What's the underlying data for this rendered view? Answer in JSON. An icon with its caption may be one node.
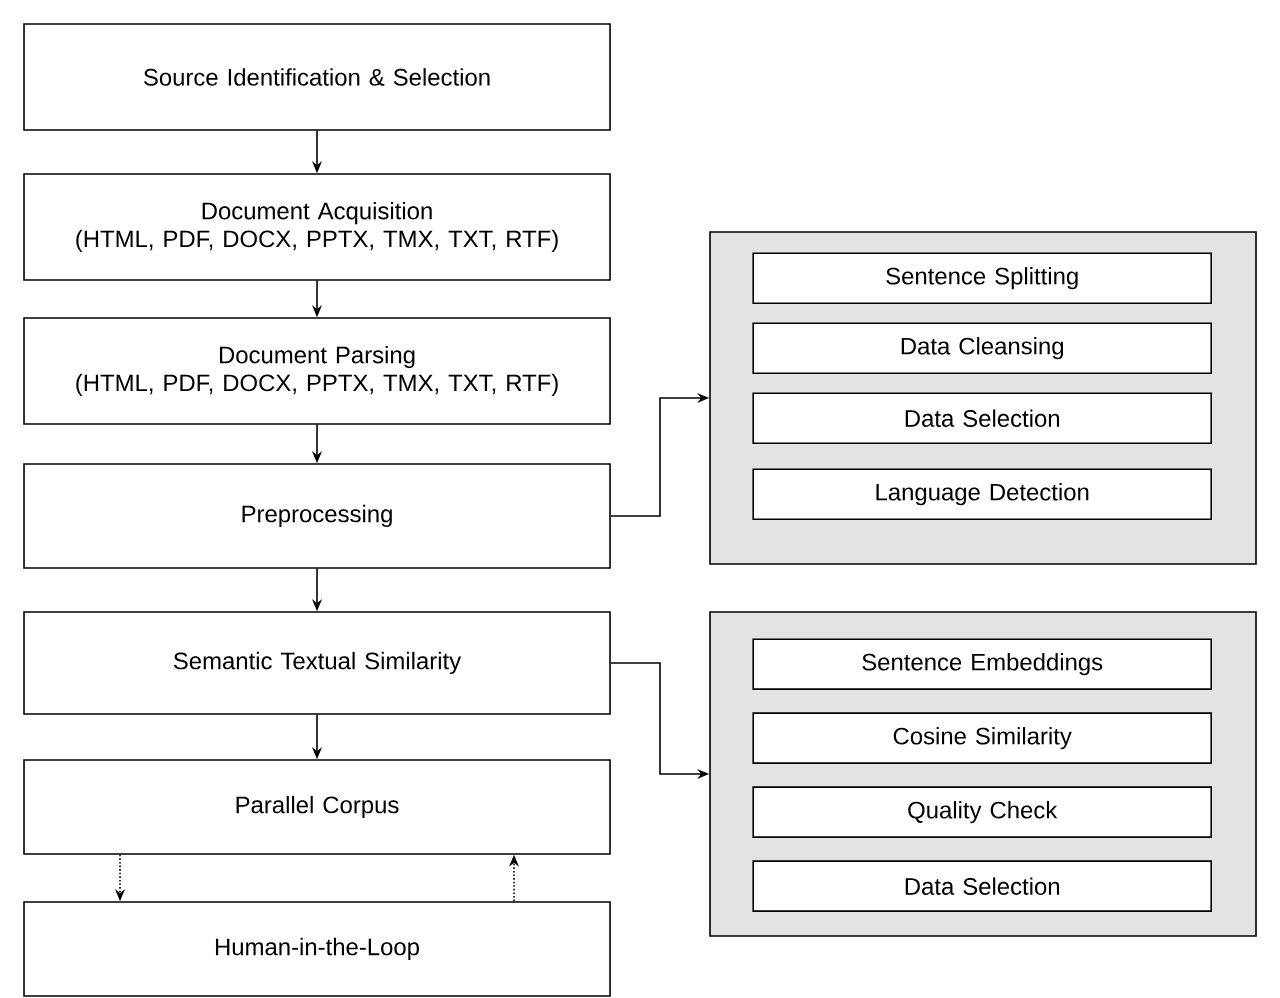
{
  "diagram": {
    "nodes": [
      {
        "text": [
          "Source Identification & Selection"
        ]
      },
      {
        "text": [
          "Document Acquisition",
          "(HTML, PDF, DOCX, PPTX, TMX, TXT, RTF)"
        ]
      },
      {
        "text": [
          "Document Parsing",
          "(HTML, PDF, DOCX, PPTX, TMX, TXT, RTF)"
        ]
      },
      {
        "text": [
          "Preprocessing"
        ]
      },
      {
        "text": [
          "Semantic Textual Similarity"
        ]
      },
      {
        "text": [
          "Parallel Corpus"
        ]
      },
      {
        "text": [
          "Human-in-the-Loop"
        ]
      },
      {
        "text": [],
        "shape": "box"
      },
      {
        "text": [
          "Sentence Splitting"
        ],
        "in": 7
      },
      {
        "text": [
          "Data Cleansing"
        ],
        "in": 7
      },
      {
        "text": [
          "Data Selection"
        ],
        "in": 7
      },
      {
        "text": [
          "Language Detection"
        ],
        "in": 7
      },
      {
        "text": [],
        "shape": "box"
      },
      {
        "text": [
          "Sentence Embeddings"
        ],
        "in": 12
      },
      {
        "text": [
          "Cosine Similarity"
        ],
        "in": 12
      },
      {
        "text": [
          "Quality Check"
        ],
        "in": 12
      },
      {
        "text": [
          "Data Selection"
        ],
        "in": 12
      }
    ],
    "edges": [
      {
        "from": 0,
        "to": 1,
        "arrow": "to"
      },
      {
        "from": 1,
        "to": 2,
        "arrow": "to"
      },
      {
        "from": 2,
        "to": 3,
        "arrow": "to"
      },
      {
        "from": 3,
        "to": 4,
        "arrow": "to"
      },
      {
        "from": 4,
        "to": 5,
        "arrow": "to"
      },
      {
        "from": 5,
        "to": 6,
        "arrow": "to",
        "style": "dashed"
      },
      {
        "from": 6,
        "to": 5,
        "arrow": "to",
        "style": "dashed"
      },
      {
        "from": 3,
        "to": 7,
        "arrow": "to"
      },
      {
        "from": 4,
        "to": 12,
        "arrow": "to"
      }
    ]
  }
}
